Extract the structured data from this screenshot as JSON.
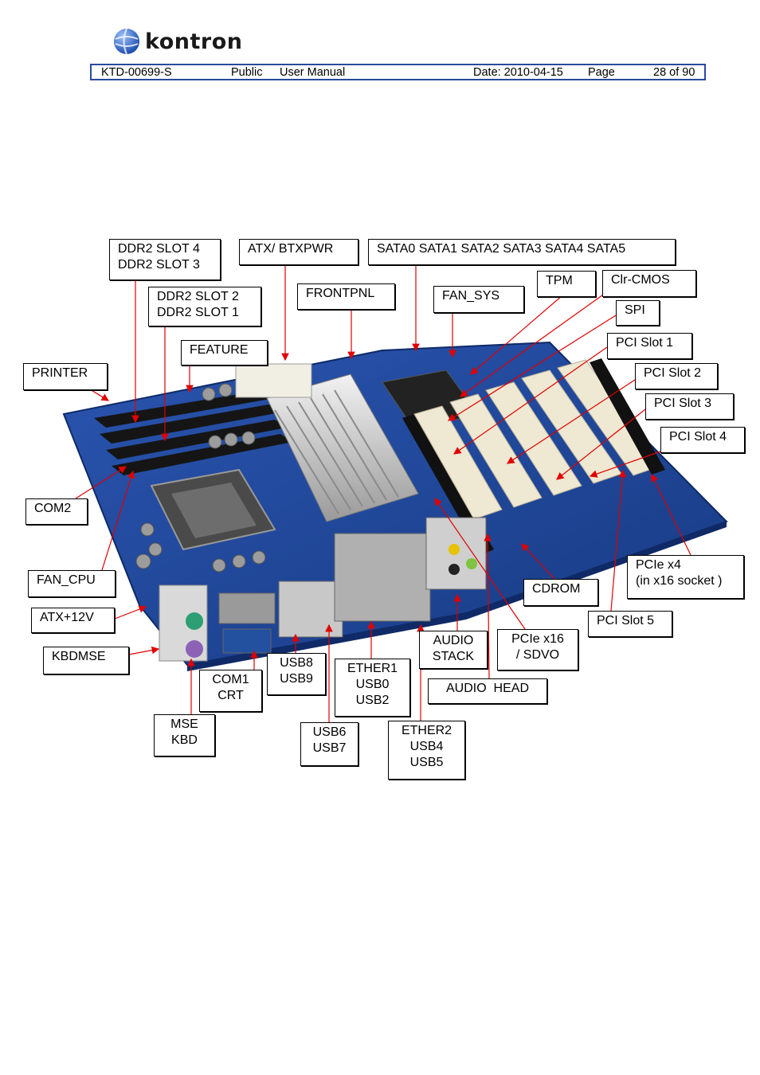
{
  "logo": {
    "name": "kontron",
    "icon": "kontron-globe-icon"
  },
  "header": {
    "doc_id": "KTD-00699-S",
    "classification": "Public",
    "doc_type": "User Manual",
    "date": "Date: 2010-04-15",
    "page_label": "Page",
    "page_value": "28 of 90"
  },
  "labels": {
    "ddr2_slot_43": "DDR2 SLOT 4\nDDR2 SLOT 3",
    "atx_btxpwr": "ATX/ BTXPWR",
    "sata": "SATA0 SATA1 SATA2 SATA3 SATA4 SATA5",
    "ddr2_slot_21": "DDR2 SLOT 2\nDDR2 SLOT 1",
    "frontpnl": "FRONTPNL",
    "fan_sys": "FAN_SYS",
    "tpm": "TPM",
    "clr_cmos": "Clr-CMOS",
    "spi": "SPI",
    "feature": "FEATURE",
    "pci_slot_1": "PCI Slot 1",
    "printer": "PRINTER",
    "pci_slot_2": "PCI Slot 2",
    "pci_slot_3": "PCI Slot 3",
    "pci_slot_4": "PCI Slot 4",
    "com2": "COM2",
    "pcie_x4": "PCIe x4\n(in x16 socket )",
    "fan_cpu": "FAN_CPU",
    "cdrom": "CDROM",
    "atx_12v": "ATX+12V",
    "pci_slot_5": "PCI Slot 5",
    "kbdmse": "KBDMSE",
    "audio_stack": "AUDIO\nSTACK",
    "pcie_x16": "PCIe x16\n/ SDVO",
    "usb89": "USB8\nUSB9",
    "ether1": "ETHER1\nUSB0\nUSB2",
    "com1_crt": "COM1\nCRT",
    "audio_head": "AUDIO  HEAD",
    "mse_kbd": "MSE\nKBD",
    "usb67": "USB6\nUSB7",
    "ether2": "ETHER2\nUSB4\nUSB5"
  },
  "colors": {
    "arrow": "#e00000",
    "header_border": "#2a4a9a",
    "board_pcb": "#1d3f8c",
    "board_edge": "#3b5fb0"
  }
}
